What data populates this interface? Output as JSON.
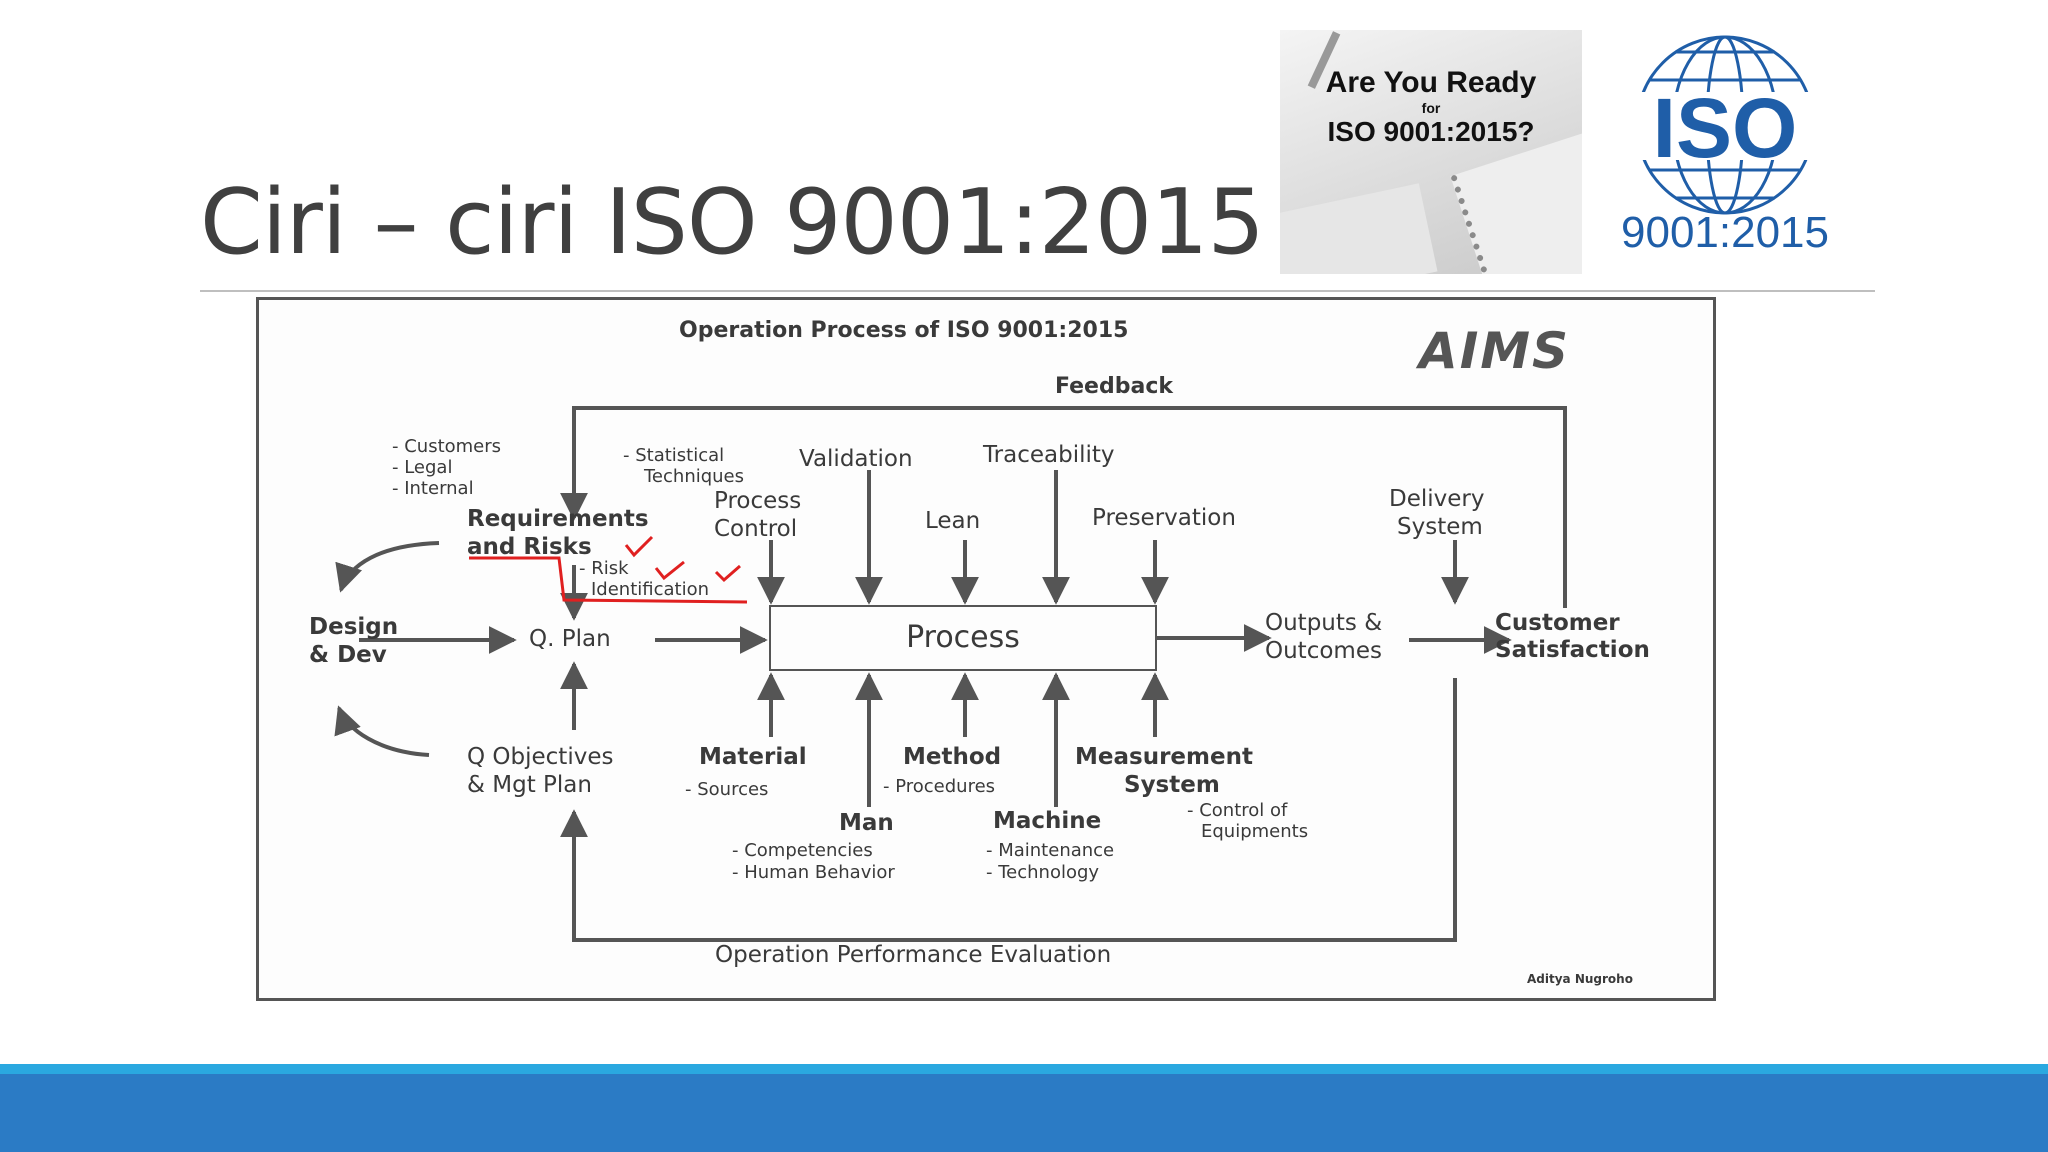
{
  "slide": {
    "title": "Ciri – ciri ISO 9001:2015"
  },
  "images": {
    "ready_line1": "Are You Ready",
    "ready_line2": "for",
    "ready_line3": "ISO 9001:2015?",
    "iso_logo_text": "ISO",
    "iso_logo_year": "9001:2015"
  },
  "diagram": {
    "title": "Operation Process of ISO 9001:2015",
    "logo": "AIMS",
    "feedback": "Feedback",
    "customers_list": [
      "- Customers",
      "- Legal",
      "- Internal"
    ],
    "requirements": [
      "Requirements",
      "and Risks"
    ],
    "risk_ident": [
      "- Risk",
      "Identification"
    ],
    "statistical": [
      "- Statistical",
      "Techniques"
    ],
    "validation": "Validation",
    "traceability": "Traceability",
    "process_control": [
      "Process",
      "Control"
    ],
    "lean": "Lean",
    "preservation": "Preservation",
    "delivery": [
      "Delivery",
      "System"
    ],
    "design": [
      "Design",
      "& Dev"
    ],
    "q_plan": "Q. Plan",
    "process": "Process",
    "outputs": [
      "Outputs &",
      "Outcomes"
    ],
    "customer_sat": [
      "Customer",
      "Satisfaction"
    ],
    "q_objectives": [
      "Q Objectives",
      "& Mgt Plan"
    ],
    "material": "Material",
    "material_sub": "- Sources",
    "method": "Method",
    "method_sub": "- Procedures",
    "measurement": [
      "Measurement",
      "System"
    ],
    "measurement_sub": [
      "- Control of",
      "Equipments"
    ],
    "man": "Man",
    "man_sub": [
      "- Competencies",
      "- Human Behavior"
    ],
    "machine": "Machine",
    "machine_sub": [
      "- Maintenance",
      "- Technology"
    ],
    "evaluation": "Operation Performance Evaluation",
    "author": "Aditya Nugroho"
  },
  "colors": {
    "footer": "#2b7bc5",
    "footer_accent": "#2aa8e0",
    "iso_blue": "#1f5ea8",
    "annotation_red": "#e02020"
  }
}
